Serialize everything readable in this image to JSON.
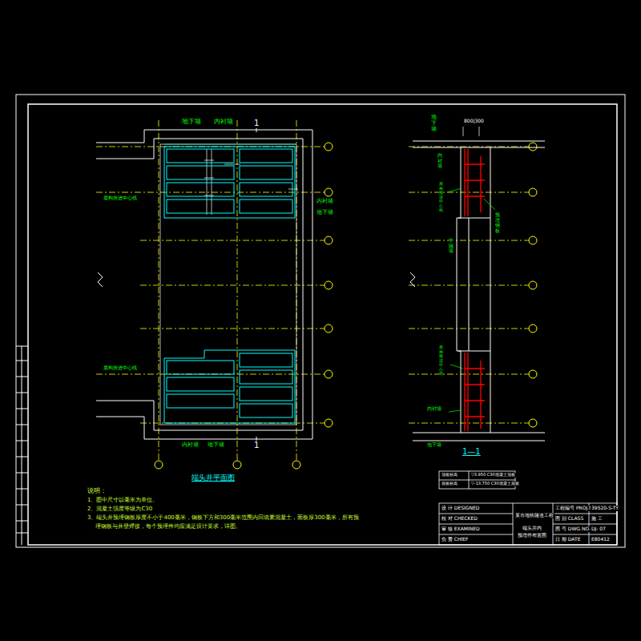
{
  "diagram": {
    "labels": [
      "地下墙",
      "内衬墙",
      "盾构推进中心线",
      "盾构推进中心线",
      "内衬墙",
      "地下墙",
      "内衬墙",
      "地下墙",
      "1",
      "1",
      "端头井平面图",
      "800|300",
      "地下墙",
      "内衬墙",
      "盾构推进中心线",
      "中隔墙",
      "盾构推进中心线",
      "预埋钢板",
      "内衬墙",
      "地下墙",
      "1—1",
      "顶板标高",
      "▽3.950 C30混凝土顶板",
      "底板标高",
      "▽-13.750 C30混凝土底板",
      "说明：",
      "1、图中尺寸以毫米为单位。",
      "2、混凝土强度等级为C30",
      "3、端头井预埋钢板厚度不小于400毫米，钢板下方和300毫米范围内回填素混凝土，面板厚300毫米，所有预",
      "埋钢板与井壁焊接，每个预埋件均应满足设计要求，详图。",
      "设 计 DESIGNED",
      "校 对 CHECKED",
      "审 核 EXAMINED",
      "负 责 CHIEF",
      "某市地铁隧道工程",
      "端头井内",
      "预埋件布置图",
      "工程编号 PROJ.NO.",
      "39520-S-TY",
      "图 别 CLASS",
      "施 工",
      "图 号 DWG.NO.",
      "DJ- 07",
      "日 期 DATE",
      "E80412"
    ]
  }
}
